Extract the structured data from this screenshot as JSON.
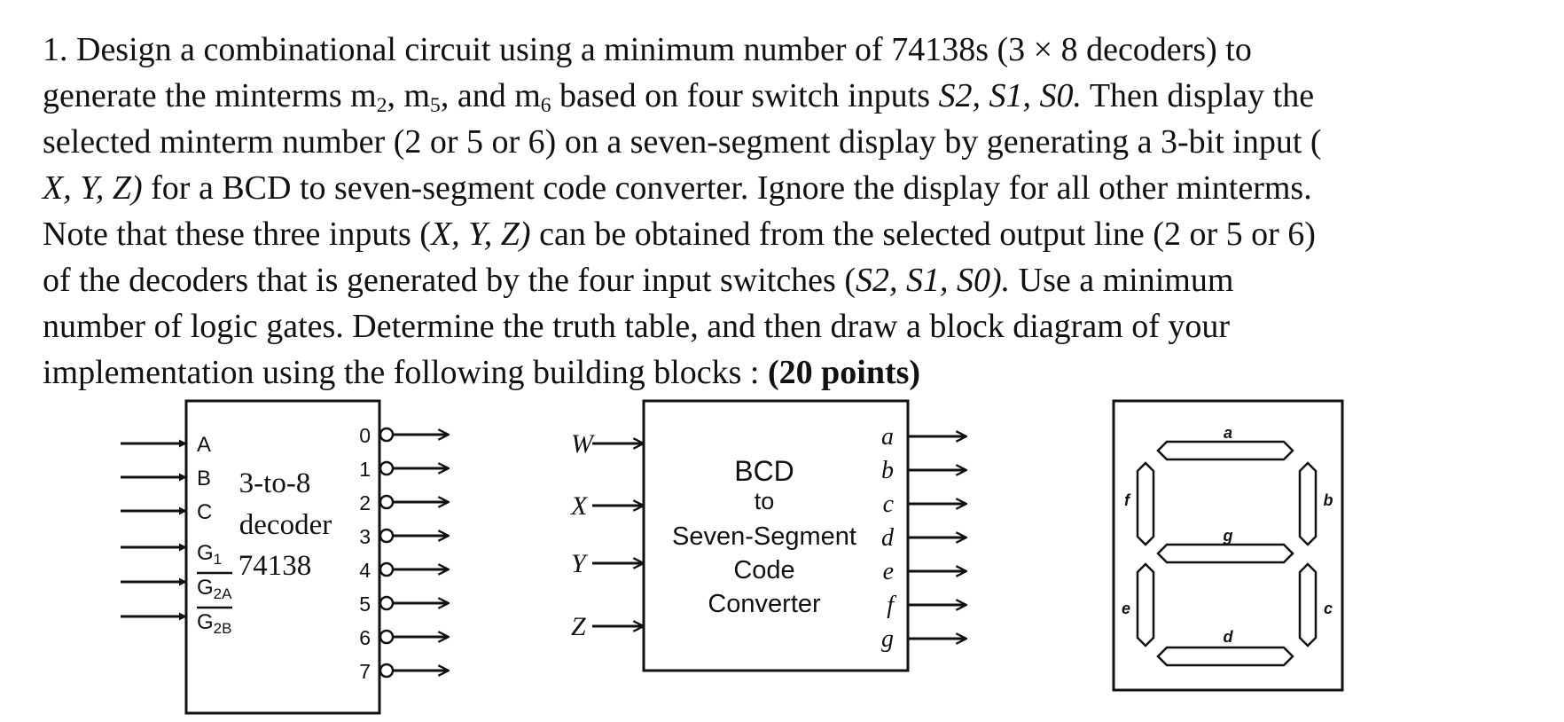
{
  "problem": {
    "lines": [
      {
        "segments": [
          {
            "text": "1. Design a combinational circuit using a minimum number of 74138s (3 × 8 decoders) to",
            "style": ""
          }
        ]
      },
      {
        "segments": [
          {
            "text": "generate the minterms m",
            "style": ""
          },
          {
            "text": "2",
            "style": "sub"
          },
          {
            "text": ", m",
            "style": ""
          },
          {
            "text": "5",
            "style": "sub"
          },
          {
            "text": ", and m",
            "style": ""
          },
          {
            "text": "6",
            "style": "sub"
          },
          {
            "text": " based on four switch inputs  ",
            "style": ""
          },
          {
            "text": "S2, S1, S0.",
            "style": "it"
          },
          {
            "text": " Then display the",
            "style": ""
          }
        ]
      },
      {
        "segments": [
          {
            "text": "selected  minterm number (2 or 5 or 6) on a seven-segment display by generating a 3-bit input (",
            "style": ""
          }
        ]
      },
      {
        "segments": [
          {
            "text": "X, Y, Z)",
            "style": "it"
          },
          {
            "text": "  for  a  BCD to seven-segment code converter. Ignore the display for all other minterms.",
            "style": ""
          }
        ]
      },
      {
        "segments": [
          {
            "text": "Note that these  three inputs (",
            "style": ""
          },
          {
            "text": "X, Y, Z)",
            "style": "it"
          },
          {
            "text": " can be obtained from the selected output line (2 or 5 or 6)",
            "style": ""
          }
        ]
      },
      {
        "segments": [
          {
            "text": "of  the decoders  that is generated by the four input switches (",
            "style": ""
          },
          {
            "text": "S2, S1, S0).",
            "style": "it"
          },
          {
            "text": " Use a minimum",
            "style": ""
          }
        ]
      },
      {
        "segments": [
          {
            "text": "number of logic gates.  Determine the truth table, and then draw a block diagram of your",
            "style": ""
          }
        ]
      },
      {
        "segments": [
          {
            "text": "implementation using the following building blocks : ",
            "style": ""
          },
          {
            "text": "(20 points)",
            "style": "b"
          }
        ]
      }
    ]
  },
  "decoder": {
    "title_lines": [
      "3-to-8",
      "decoder",
      "74138"
    ],
    "inputs": [
      "A",
      "B",
      "C",
      "G1",
      "G2A",
      "G2B"
    ],
    "input_overbar": [
      false,
      false,
      false,
      false,
      true,
      true
    ],
    "outputs": [
      "0",
      "1",
      "2",
      "3",
      "4",
      "5",
      "6",
      "7"
    ]
  },
  "converter": {
    "title_lines": [
      "BCD",
      "to",
      "Seven-Segment",
      "Code",
      "Converter"
    ],
    "inputs": [
      "W",
      "X",
      "Y",
      "Z"
    ],
    "outputs": [
      "a",
      "b",
      "c",
      "d",
      "e",
      "f",
      "g"
    ]
  },
  "display": {
    "segments": [
      "a",
      "b",
      "c",
      "d",
      "e",
      "f",
      "g"
    ]
  }
}
